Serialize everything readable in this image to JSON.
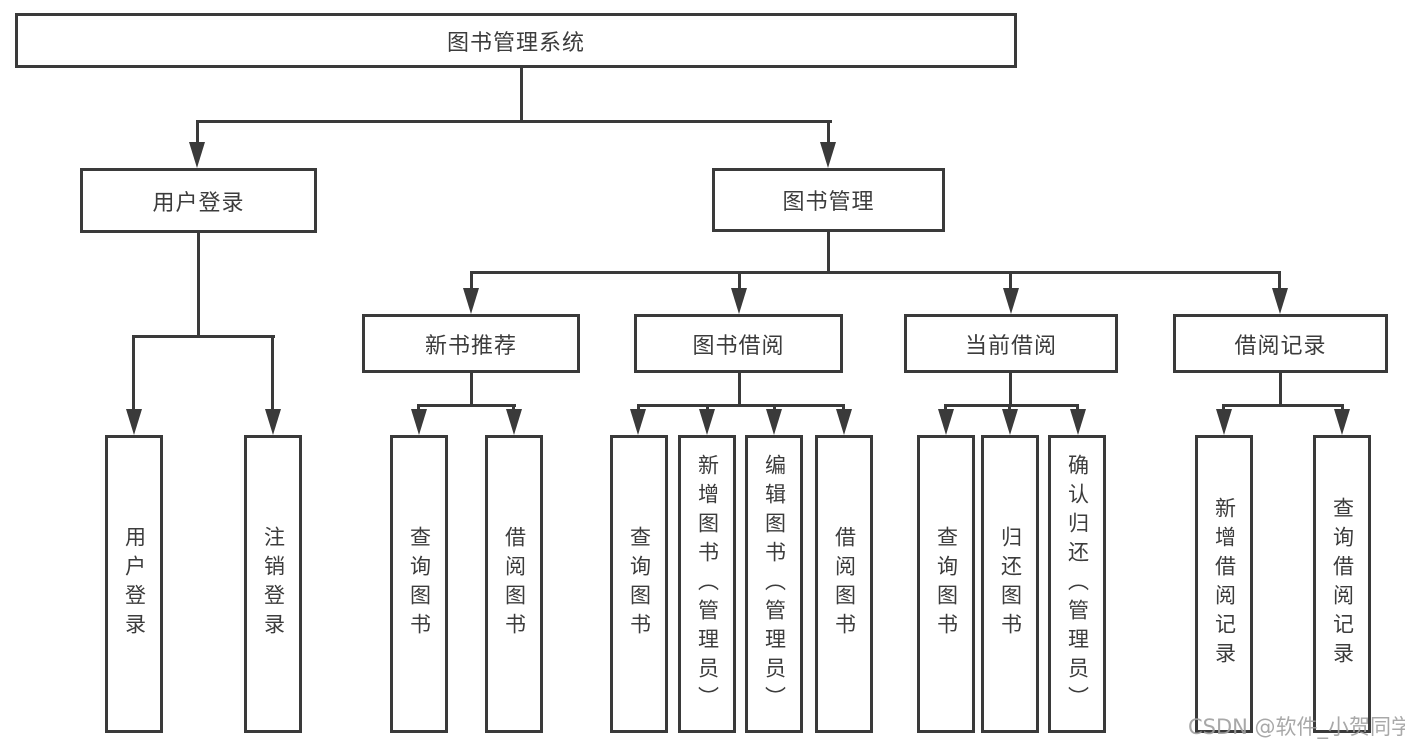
{
  "tree": {
    "root": {
      "label": "图书管理系统",
      "children": [
        {
          "label": "用户登录",
          "children": [
            {
              "label": "用户登录"
            },
            {
              "label": "注销登录"
            }
          ]
        },
        {
          "label": "图书管理",
          "children": [
            {
              "label": "新书推荐",
              "children": [
                {
                  "label": "查询图书"
                },
                {
                  "label": "借阅图书"
                }
              ]
            },
            {
              "label": "图书借阅",
              "children": [
                {
                  "label": "查询图书"
                },
                {
                  "label": "新增图书（管理员）"
                },
                {
                  "label": "编辑图书（管理员）"
                },
                {
                  "label": "借阅图书"
                }
              ]
            },
            {
              "label": "当前借阅",
              "children": [
                {
                  "label": "查询图书"
                },
                {
                  "label": "归还图书"
                },
                {
                  "label": "确认归还（管理员）"
                }
              ]
            },
            {
              "label": "借阅记录",
              "children": [
                {
                  "label": "新增借阅记录"
                },
                {
                  "label": "查询借阅记录"
                }
              ]
            }
          ]
        }
      ]
    }
  },
  "watermark": {
    "text": "CSDN @软件_小贺同学"
  },
  "colors": {
    "line": "#3a3a3a",
    "text": "#3c3c3c",
    "background": "#ffffff",
    "watermark": "#9f9f9f"
  }
}
